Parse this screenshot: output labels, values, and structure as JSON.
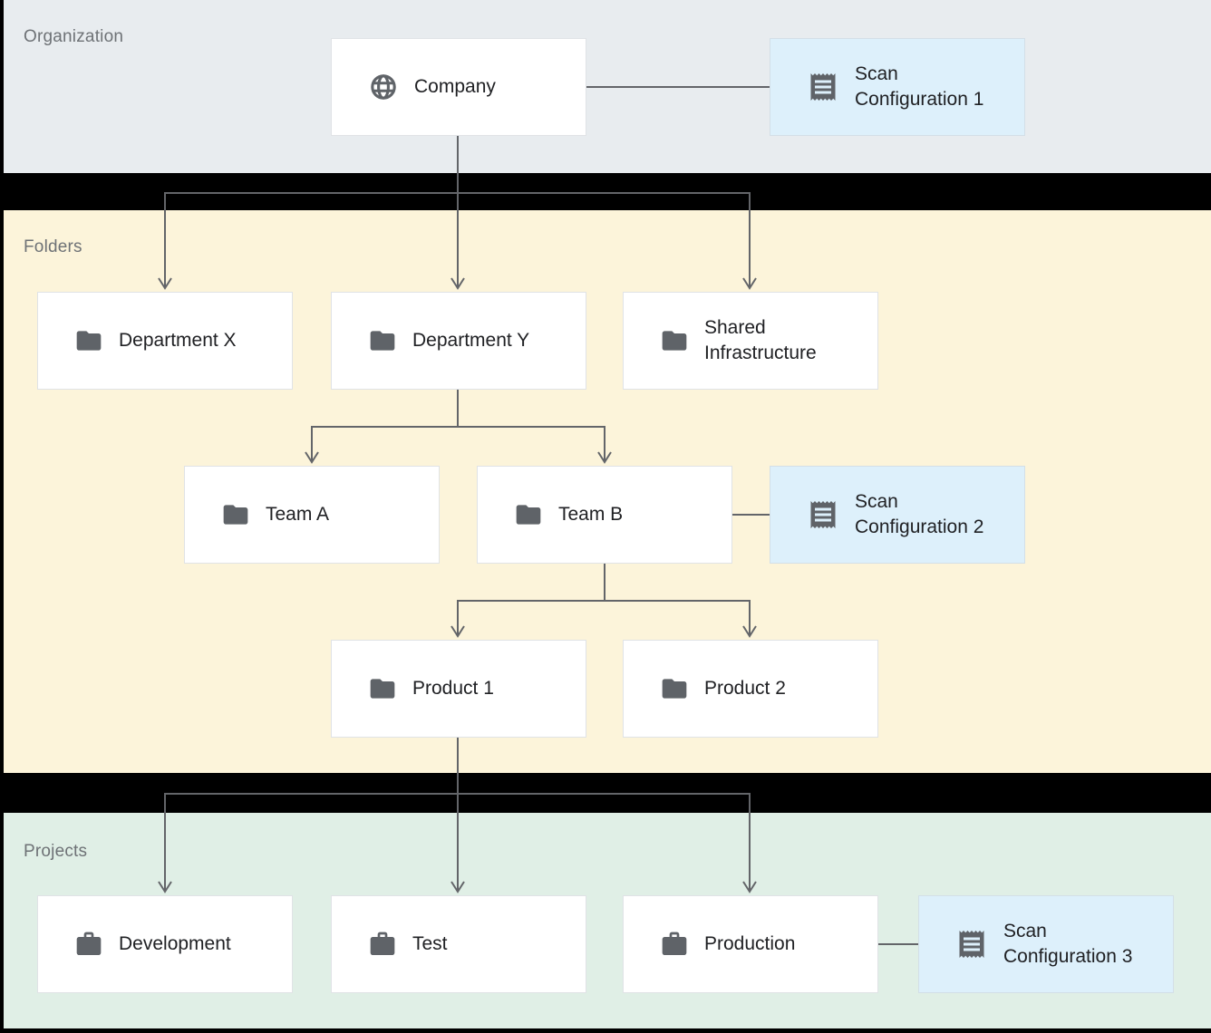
{
  "sections": {
    "organization": {
      "label": "Organization"
    },
    "folders": {
      "label": "Folders"
    },
    "projects": {
      "label": "Projects"
    }
  },
  "nodes": {
    "company": {
      "label": "Company",
      "icon": "globe-icon"
    },
    "scan_config_1": {
      "label": "Scan Configuration 1",
      "icon": "receipt-icon"
    },
    "department_x": {
      "label": "Department X",
      "icon": "folder-icon"
    },
    "department_y": {
      "label": "Department Y",
      "icon": "folder-icon"
    },
    "shared_infrastructure": {
      "label": "Shared Infrastructure",
      "icon": "folder-icon"
    },
    "team_a": {
      "label": "Team A",
      "icon": "folder-icon"
    },
    "team_b": {
      "label": "Team B",
      "icon": "folder-icon"
    },
    "scan_config_2": {
      "label": "Scan Configuration 2",
      "icon": "receipt-icon"
    },
    "product_1": {
      "label": "Product 1",
      "icon": "folder-icon"
    },
    "product_2": {
      "label": "Product 2",
      "icon": "folder-icon"
    },
    "development": {
      "label": "Development",
      "icon": "briefcase-icon"
    },
    "test": {
      "label": "Test",
      "icon": "briefcase-icon"
    },
    "production": {
      "label": "Production",
      "icon": "briefcase-icon"
    },
    "scan_config_3": {
      "label": "Scan Configuration 3",
      "icon": "receipt-icon"
    }
  },
  "colors": {
    "organization_band": "#e8ecef",
    "folders_band": "#fcf4da",
    "projects_band": "#e0efe6",
    "scan_config_fill": "#ddf0fb",
    "node_fill": "#ffffff",
    "node_border": "#e0e3e6",
    "connector": "#636569",
    "icon": "#5f6368",
    "section_label": "#6e7276",
    "separator": "#000000"
  }
}
